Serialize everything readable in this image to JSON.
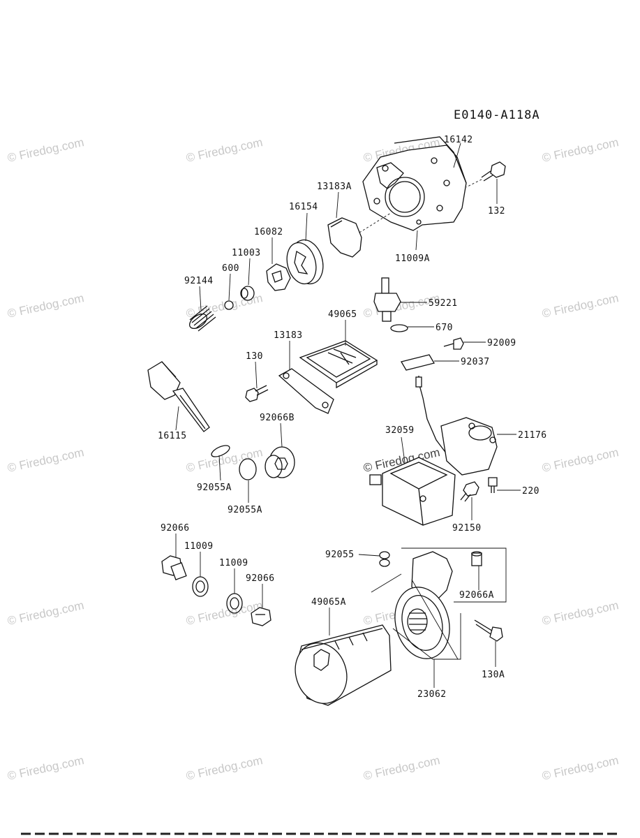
{
  "diagram_code": "E0140-A118A",
  "watermark": "© Firedog.com",
  "parts": [
    {
      "id": "p16142",
      "label": "16142"
    },
    {
      "id": "p132",
      "label": "132"
    },
    {
      "id": "p13183A",
      "label": "13183A"
    },
    {
      "id": "p16154",
      "label": "16154"
    },
    {
      "id": "p11009A",
      "label": "11009A"
    },
    {
      "id": "p16082",
      "label": "16082"
    },
    {
      "id": "p11003",
      "label": "11003"
    },
    {
      "id": "p600",
      "label": "600"
    },
    {
      "id": "p92144",
      "label": "92144"
    },
    {
      "id": "p59221",
      "label": "59221"
    },
    {
      "id": "p49065",
      "label": "49065"
    },
    {
      "id": "p670",
      "label": "670"
    },
    {
      "id": "p13183",
      "label": "13183"
    },
    {
      "id": "p92009",
      "label": "92009"
    },
    {
      "id": "p130",
      "label": "130"
    },
    {
      "id": "p92037",
      "label": "92037"
    },
    {
      "id": "p92066B",
      "label": "92066B"
    },
    {
      "id": "p32059",
      "label": "32059"
    },
    {
      "id": "p21176",
      "label": "21176"
    },
    {
      "id": "p16115",
      "label": "16115"
    },
    {
      "id": "p92055A_1",
      "label": "92055A"
    },
    {
      "id": "p92055A_2",
      "label": "92055A"
    },
    {
      "id": "p220",
      "label": "220"
    },
    {
      "id": "p92150",
      "label": "92150"
    },
    {
      "id": "p92066",
      "label": "92066"
    },
    {
      "id": "p11009_1",
      "label": "11009"
    },
    {
      "id": "p11009_2",
      "label": "11009"
    },
    {
      "id": "p92066_2",
      "label": "92066"
    },
    {
      "id": "p92055",
      "label": "92055"
    },
    {
      "id": "p92066A",
      "label": "92066A"
    },
    {
      "id": "p49065A",
      "label": "49065A"
    },
    {
      "id": "p130A",
      "label": "130A"
    },
    {
      "id": "p23062",
      "label": "23062"
    }
  ]
}
